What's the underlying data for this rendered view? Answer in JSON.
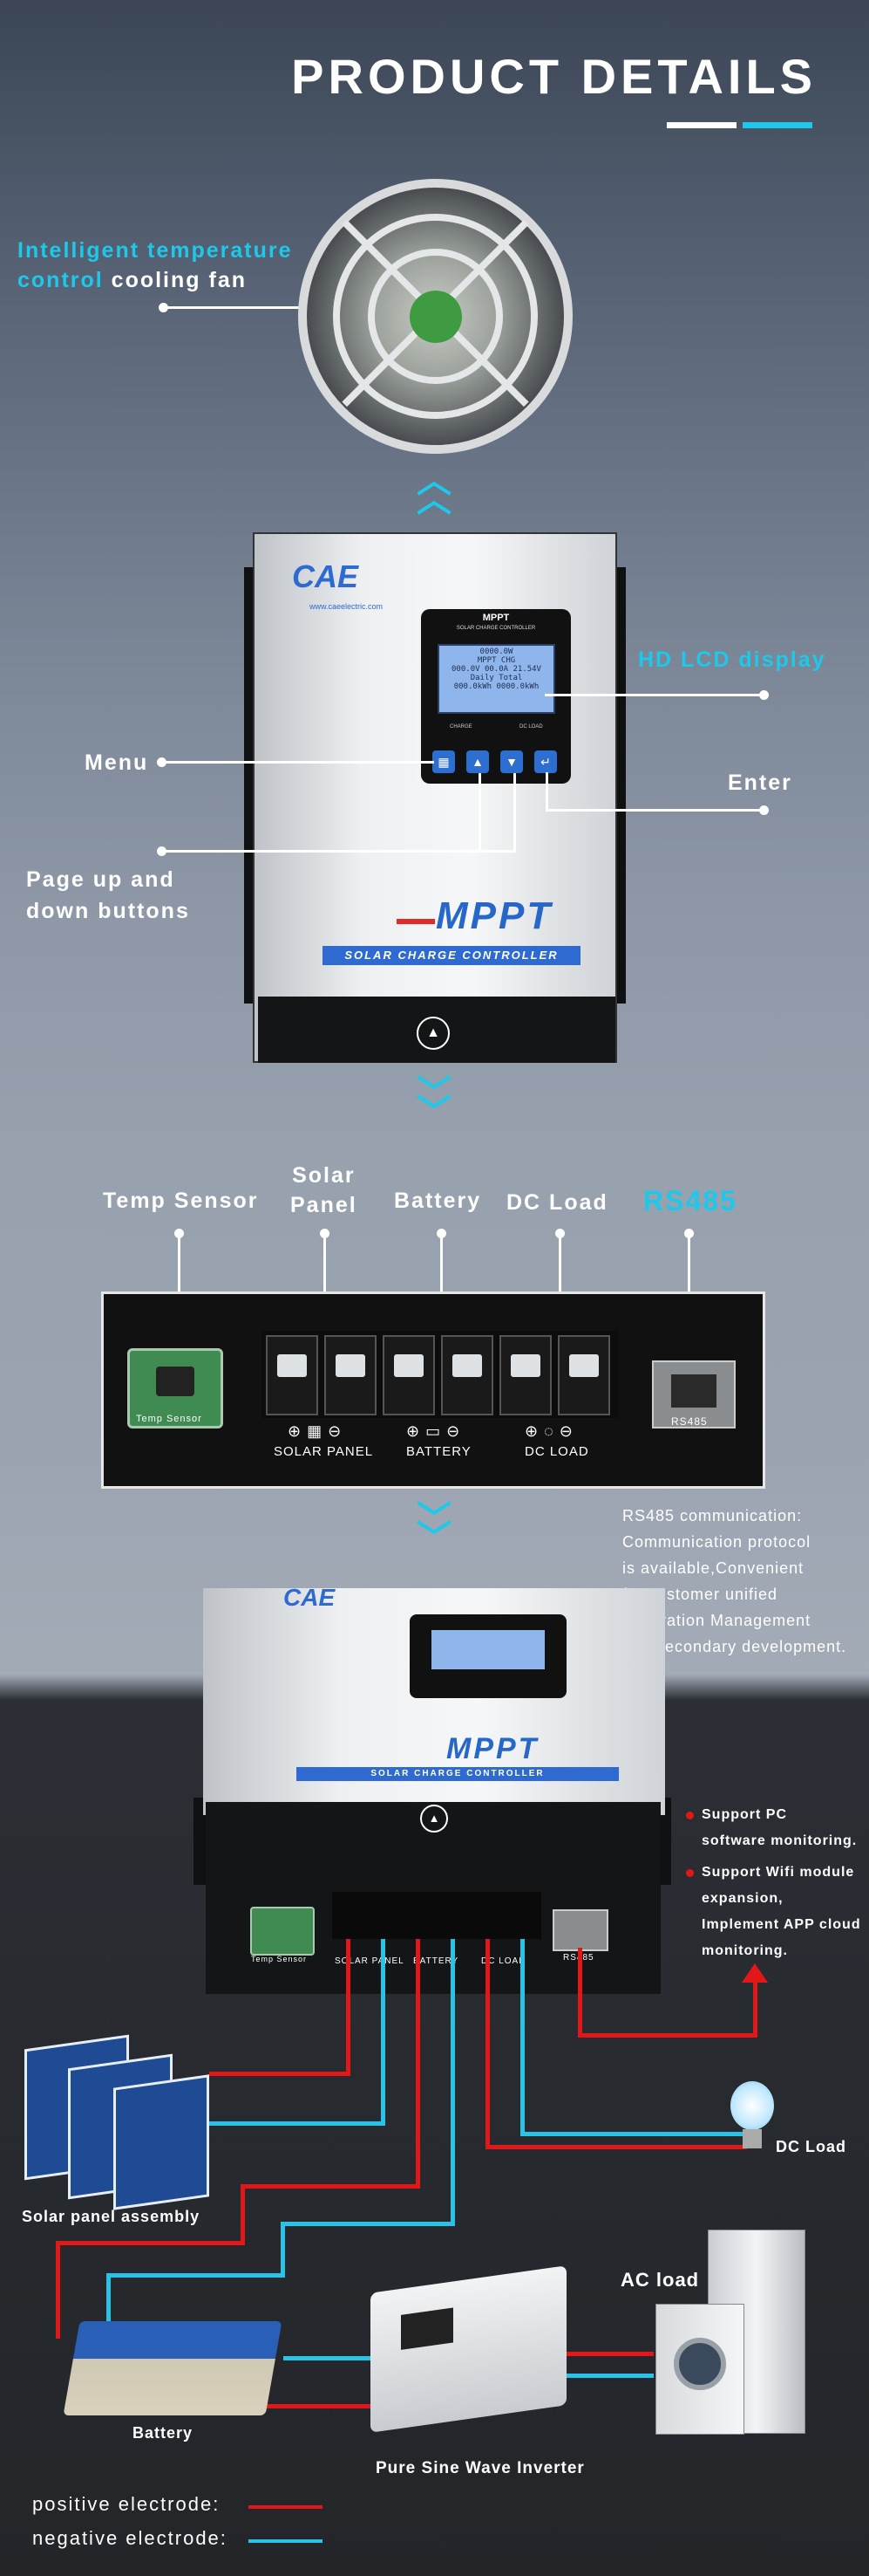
{
  "header": {
    "title": "PRODUCT DETAILS"
  },
  "fan_section": {
    "label_highlight": "Intelligent temperature control",
    "label_rest": " cooling fan"
  },
  "controller": {
    "brand": "CAE",
    "brand_sub": "www.caeelectric.com",
    "lcd_title": "MPPT",
    "lcd_sub": "SOLAR CHARGE CONTROLLER",
    "lcd_lines": [
      "0000.0W",
      "MPPT CHG",
      "000.0V 00.0A 21.54V",
      "Daily    Total",
      "000.0kWh 0000.0kWh"
    ],
    "mppt_text": "MPPT",
    "charge_text": "SOLAR CHARGE CONTROLLER",
    "btn_labels": [
      "CHARGE",
      "DC LOAD"
    ]
  },
  "callouts": {
    "lcd": "HD LCD display",
    "menu": "Menu",
    "enter": "Enter",
    "page_buttons": [
      "Page up and",
      "down buttons"
    ]
  },
  "ports": {
    "temp_sensor": "Temp Sensor",
    "solar_panel": [
      "Solar",
      "Panel"
    ],
    "battery": "Battery",
    "dc_load": "DC Load",
    "rs485": "RS485",
    "panel_temp": "Temp Sensor",
    "panel_solar": "SOLAR PANEL",
    "panel_battery": "BATTERY",
    "panel_dcload": "DC LOAD",
    "panel_rs485": "RS485"
  },
  "rs485_note": {
    "heading": "RS485 communication:",
    "lines": [
      "Communication protocol",
      "is available,Convenient",
      "for customer unified",
      "integration Management",
      "and secondary development."
    ]
  },
  "support_notes": [
    {
      "lines": [
        "Support PC",
        "software monitoring."
      ]
    },
    {
      "lines": [
        "Support Wifi module",
        "expansion,",
        "Implement APP cloud",
        "monitoring."
      ]
    }
  ],
  "wiring": {
    "dc_load": "DC Load",
    "solar_assembly": "Solar panel assembly",
    "ac_load": "AC load",
    "battery": "Battery",
    "inverter": "Pure Sine Wave Inverter",
    "lower_panel_labels": [
      "Temp Sensor",
      "SOLAR PANEL",
      "BATTERY",
      "DC LOAD",
      "RS485"
    ]
  },
  "legend": {
    "positive": "positive electrode:",
    "negative": "negative electrode:"
  },
  "colors": {
    "accent": "#1ec8ea",
    "positive": "#e21818",
    "negative": "#29c3e8",
    "brand_blue": "#2e6ad0"
  }
}
